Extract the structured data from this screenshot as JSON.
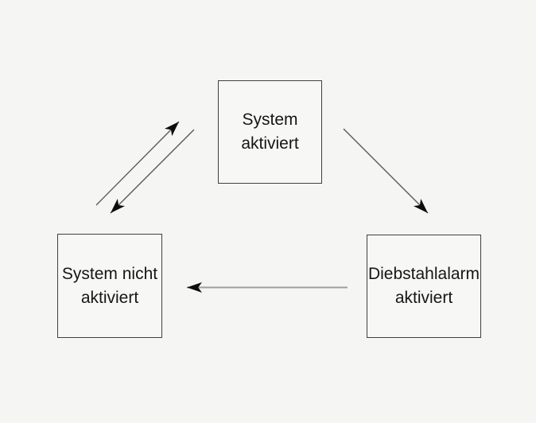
{
  "diagram": {
    "type": "state-diagram",
    "nodes": [
      {
        "id": "system-aktiviert",
        "line1": "System",
        "line2": "aktiviert"
      },
      {
        "id": "system-nicht-aktiviert",
        "line1": "System nicht",
        "line2": "aktiviert"
      },
      {
        "id": "diebstahlalarm-aktiviert",
        "line1": "Diebstahlalarm",
        "line2": "aktiviert"
      }
    ],
    "edges": [
      {
        "from": "system-nicht-aktiviert",
        "to": "system-aktiviert",
        "label": ""
      },
      {
        "from": "system-aktiviert",
        "to": "system-nicht-aktiviert",
        "label": ""
      },
      {
        "from": "system-aktiviert",
        "to": "diebstahlalarm-aktiviert",
        "label": ""
      },
      {
        "from": "diebstahlalarm-aktiviert",
        "to": "system-nicht-aktiviert",
        "label": ""
      }
    ],
    "colors": {
      "background": "#f5f5f3",
      "node_fill": "#f7f7f5",
      "node_border": "#404040",
      "text": "#161616",
      "diagonal_line": "#5a5a5a",
      "horizontal_line": "#9e9e9e",
      "arrowhead": "#0d0d0d"
    }
  }
}
